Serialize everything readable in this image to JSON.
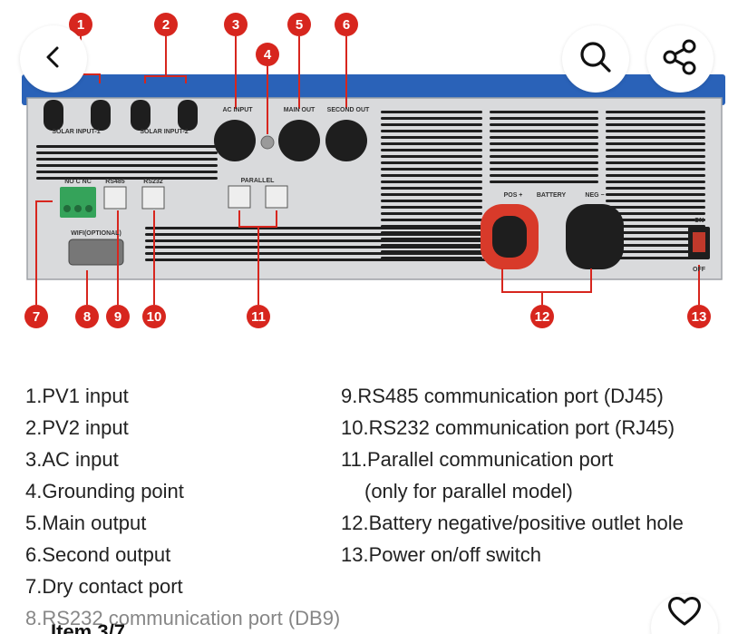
{
  "nav": {
    "back_icon": "chevron-left-icon",
    "search_icon": "magnifier-icon",
    "share_icon": "share-icon",
    "favorite_icon": "heart-icon"
  },
  "photo": {
    "colors": {
      "body_blue": "#2a62b8",
      "panel_gray": "#d9dadc",
      "marker_red": "#d7261e",
      "terminal_red": "#d83a2a",
      "terminal_black": "#1e1e1e"
    },
    "markers": [
      "1",
      "2",
      "3",
      "4",
      "5",
      "6",
      "7",
      "8",
      "9",
      "10",
      "11",
      "12",
      "13"
    ],
    "panel_labels": {
      "solar1": "SOLAR INPUT-1",
      "solar2": "SOLAR INPUT-2",
      "ac_input": "AC INPUT",
      "main_out": "MAIN OUT",
      "second_out": "SECOND OUT",
      "dry_contact": "NO C NC",
      "rs485": "RS485",
      "rs232": "RS232",
      "parallel": "PARALLEL",
      "wifi": "WIFI(OPTIONAL)",
      "pos": "POS +",
      "battery": "BATTERY",
      "neg": "NEG −",
      "on": "ON",
      "off": "OFF"
    }
  },
  "legend": {
    "left": [
      "1.PV1 input",
      "2.PV2 input",
      "3.AC input",
      "4.Grounding point",
      "5.Main output",
      "6.Second output",
      "7.Dry contact port",
      "8.RS232 communication port (DB9)"
    ],
    "right": [
      "9.RS485 communication port (DJ45)",
      "10.RS232 communication port (RJ45)",
      "11.Parallel communication port",
      "(only for parallel model)",
      "12.Battery negative/positive outlet hole",
      "13.Power on/off switch"
    ]
  },
  "gallery": {
    "counter": "Item 3/7"
  }
}
